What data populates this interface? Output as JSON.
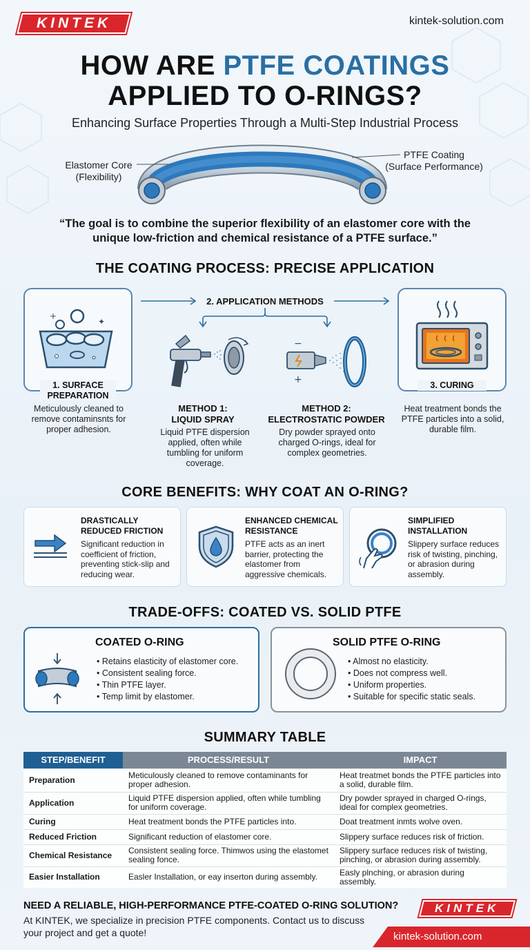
{
  "brand": {
    "logo": "KINTEK",
    "website": "kintek-solution.com",
    "accent_color": "#2a6fa3",
    "brand_color": "#d9262c"
  },
  "header": {
    "title_line1_pre": "HOW ARE ",
    "title_line1_accent": "PTFE COATINGS",
    "title_line2": "APPLIED TO O-RINGS?",
    "subtitle": "Enhancing Surface Properties Through a Multi-Step Industrial Process"
  },
  "hero": {
    "left_label": "Elastomer Core",
    "left_sub": "(Flexibility)",
    "right_label": "PTFE Coating",
    "right_sub": "(Surface Performance)"
  },
  "quote": "“The goal is to combine the superior flexibility of an elastomer core with the unique low-friction and chemical resistance of a PTFE surface.”",
  "process": {
    "heading": "THE COATING PROCESS: PRECISE APPLICATION",
    "methods_heading": "2. APPLICATION METHODS",
    "step1_label": "1. SURFACE PREPARATION",
    "step1_desc": "Meticulously cleaned to remove contaminsnts for proper adhesion.",
    "method1_title": "METHOD 1: LIQUID SPRAY",
    "method1_desc": "Liquid PTFE dispersion applied, often while tumbling for uniform coverage.",
    "method2_title": "METHOD 2: ELECTROSTATIC POWDER",
    "method2_desc": "Dry powder sprayed onto charged O-rings, ideal for complex geometries.",
    "step3_label": "3. CURING",
    "step3_desc": "Heat treatment bonds the PTFE particles into a solid, durable film."
  },
  "benefits": {
    "heading": "CORE BENEFITS: WHY COAT AN O-RING?",
    "cards": [
      {
        "icon": "friction-arrow-icon",
        "title": "DRASTICALLY REDUCED FRICTION",
        "desc": "Significant reduction in coefficient of friction, preventing stick-slip and reducing wear."
      },
      {
        "icon": "shield-drop-icon",
        "title": "ENHANCED CHEMICAL RESISTANCE",
        "desc": "PTFE acts as an inert barrier, protecting the elastomer from aggressive chemicals."
      },
      {
        "icon": "hand-ring-icon",
        "title": "SIMPLIFIED INSTALLATION",
        "desc": "Slippery surface reduces risk of twisting, pinching, or abrasion during assembly."
      }
    ]
  },
  "tradeoffs": {
    "heading": "TRADE-OFFS: COATED VS. SOLID PTFE",
    "coated": {
      "title": "COATED O-RING",
      "items": [
        "Retains elasticity of elastomer core.",
        "Consistent sealing force.",
        "Thin PTFE layer.",
        "Temp limit by elastomer."
      ]
    },
    "solid": {
      "title": "SOLID PTFE O-RING",
      "items": [
        "Almost no elasticity.",
        "Does not compress well.",
        "Uniform properties.",
        "Suitable for specific static seals."
      ]
    }
  },
  "summary": {
    "heading": "SUMMARY TABLE",
    "headers": [
      "STEP/BENEFIT",
      "PROCESS/RESULT",
      "IMPACT"
    ],
    "header_colors": [
      "#1f5f93",
      "#7b8794",
      "#7b8794"
    ],
    "rows": [
      [
        "Preparation",
        "Meticulously cleaned to remove contaminants for proper adhesion.",
        "Heat treatmet bonds the PTFE particles into a solid, durable film."
      ],
      [
        "Application",
        "Liquid PTFE dispersion applied, often while tumbling for uniform coverage.",
        "Dry powder sprayed in charged O-rings, ideal for complex geometries."
      ],
      [
        "Curing",
        "Heat treatment bonds the PTFE particles into.",
        "Doat treatment inmts wolve oven."
      ],
      [
        "Reduced Friction",
        "Significant reduction of elastomer core.",
        "Slippery surface reduces risk of friction."
      ],
      [
        "Chemical Resistance",
        "Consistent sealing force. Thimwos using the elastomet sealing fonce.",
        "Slippery surface reduces risk of twisting, pinching, or abrasion during assembly."
      ],
      [
        "Easier Installation",
        "Easler Installation, or eay inserton during assembly.",
        "Easly plnching, or abrasion during assembly."
      ]
    ]
  },
  "cta": {
    "heading": "NEED A RELIABLE, HIGH-PERFORMANCE PTFE-COATED O-RING SOLUTION?",
    "text": "At KINTEK, we specialize in precision PTFE components. Contact us to discuss your project and get a quote!"
  }
}
